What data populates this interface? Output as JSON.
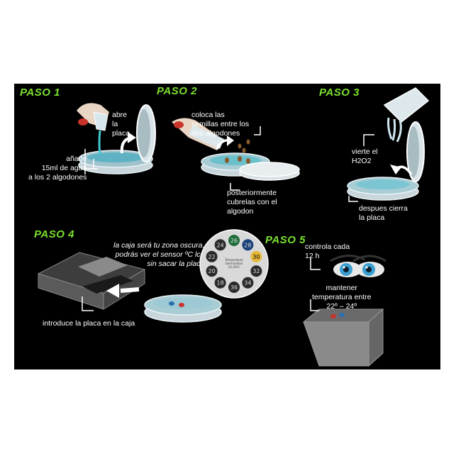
{
  "steps": {
    "s1": {
      "title": "PASO 1",
      "abre": "abre\nla\nplaca",
      "anade": "añade\n15ml de agua\na los 2 algodones"
    },
    "s2": {
      "title": "PASO 2",
      "coloca": "coloca las\nsemillas entre los\ndos algodones",
      "cubre": "posteriormente\ncubrelas con el\nalgodon"
    },
    "s3": {
      "title": "PASO 3",
      "vierte": "vierte el\nH2O2",
      "cierra": "despues cierra\nla placa"
    },
    "s4": {
      "title": "PASO 4",
      "caja": "la caja será tu zona oscura.\npodrás ver el sensor ºC lcd\nsin sacar la placa",
      "introduce": "introduce la placa en la caja"
    },
    "s5": {
      "title": "PASO 5",
      "controla": "controla cada\n12 h",
      "mantener": "mantener\ntemperatura entre\n22º – 24º"
    }
  },
  "sensor": {
    "numbers": [
      "28",
      "30",
      "32",
      "34",
      "36",
      "18",
      "20",
      "22",
      "24",
      "26"
    ],
    "center_text": "Temperature\nGermination\n22-24ºC"
  },
  "colors": {
    "step_title": "#7be02f",
    "background": "#000000",
    "text": "#ffffff"
  }
}
